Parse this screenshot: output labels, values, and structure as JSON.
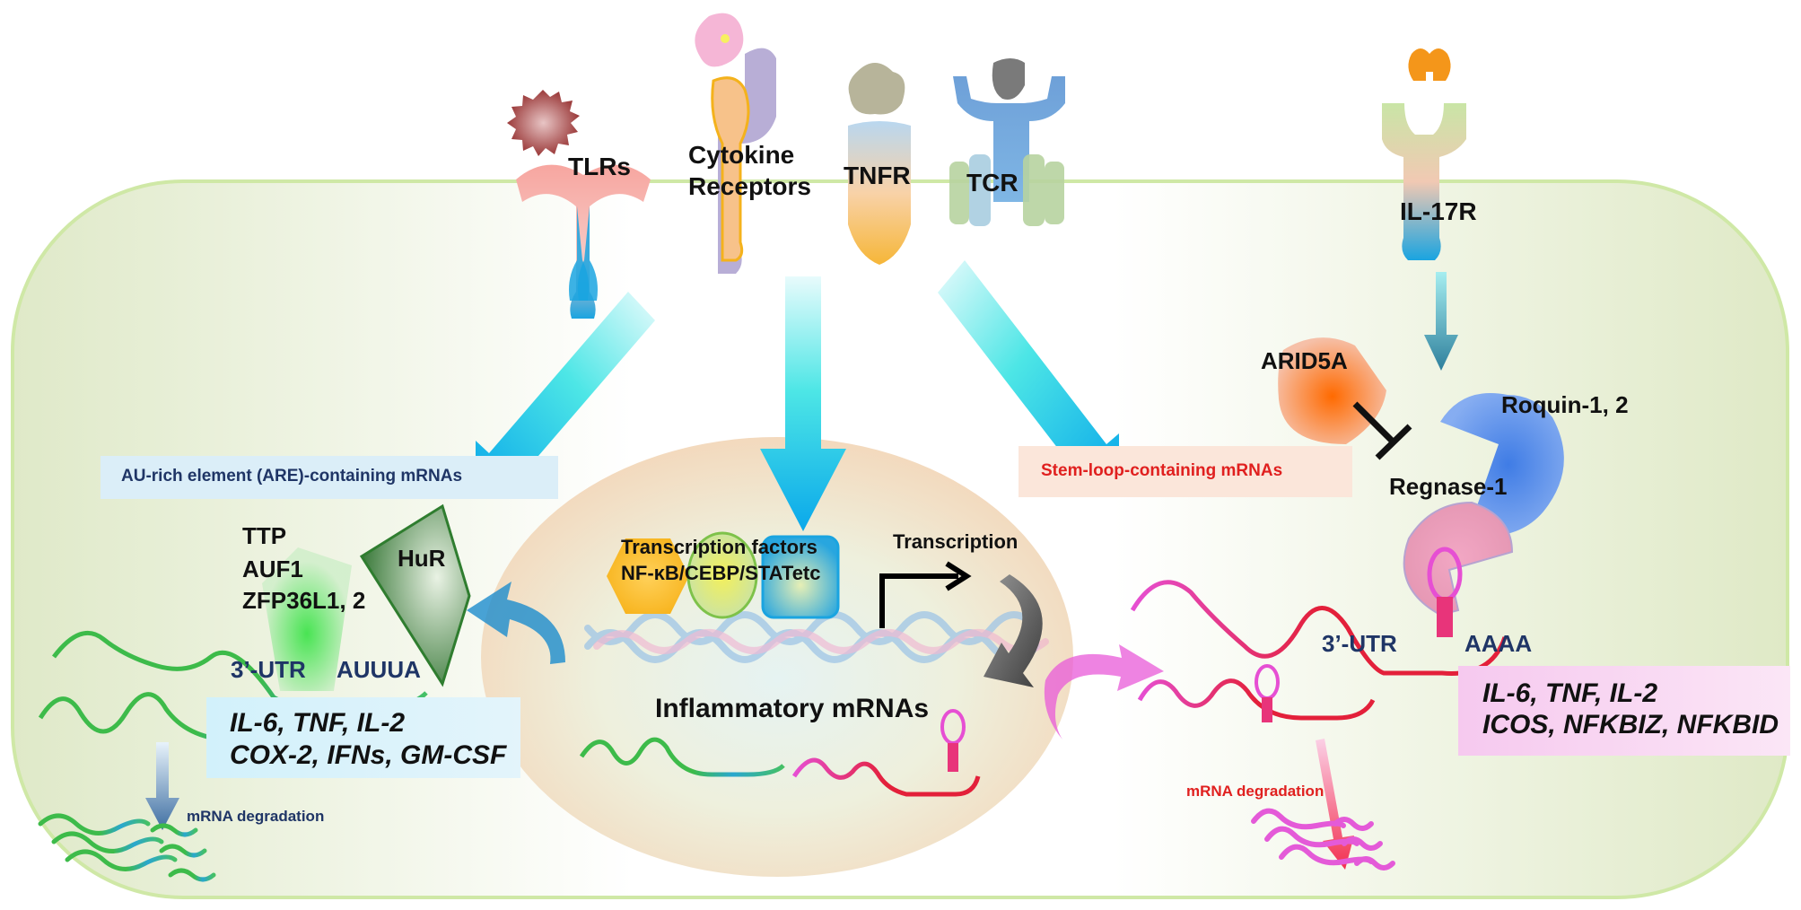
{
  "receptors": {
    "tlrs": "TLRs",
    "cytokine_line1": "Cytokine",
    "cytokine_line2": "Receptors",
    "tnfr": "TNFR",
    "tcr": "TCR",
    "il17r": "IL-17R"
  },
  "are_pathway": {
    "header": "AU-rich element (ARE)-containing mRNAs",
    "proteins": [
      "TTP",
      "AUF1",
      "ZFP36L1, 2"
    ],
    "hur": "HuR",
    "utr_label": "3’-UTR",
    "motif": "AUUUA",
    "targets_line1": "IL-6, TNF, IL-2",
    "targets_line2": "COX-2, IFNs, GM-CSF",
    "degradation": "mRNA degradation"
  },
  "nucleus": {
    "tf_line1": "Transcription  factors",
    "tf_line2": "NF-κB/CEBP/STATetc",
    "transcription": "Transcription",
    "title": "Inflammatory mRNAs"
  },
  "stemloop_pathway": {
    "header": "Stem-loop-containing mRNAs",
    "arid5a": "ARID5A",
    "roquin": "Roquin-1, 2",
    "regnase": "Regnase-1",
    "utr_label": "3’-UTR",
    "polya": "AAAA",
    "targets_line1": "IL-6, TNF, IL-2",
    "targets_line2": "ICOS, NFKBIZ, NFKBID",
    "degradation": "mRNA degradation"
  },
  "colors": {
    "cell_fill": "#e3edd0",
    "cell_border": "#cfe8a6",
    "nucleus": "#f4dcc0",
    "arrow_cyan": "#19b4e8",
    "are_label": "#1f3566",
    "stemloop_label": "#e0201f",
    "mrna_red": "#e3203a",
    "mrna_pink": "#e05ad6",
    "mrna_green": "#3dbb4a",
    "mrna_teal": "#2aa7cf"
  }
}
